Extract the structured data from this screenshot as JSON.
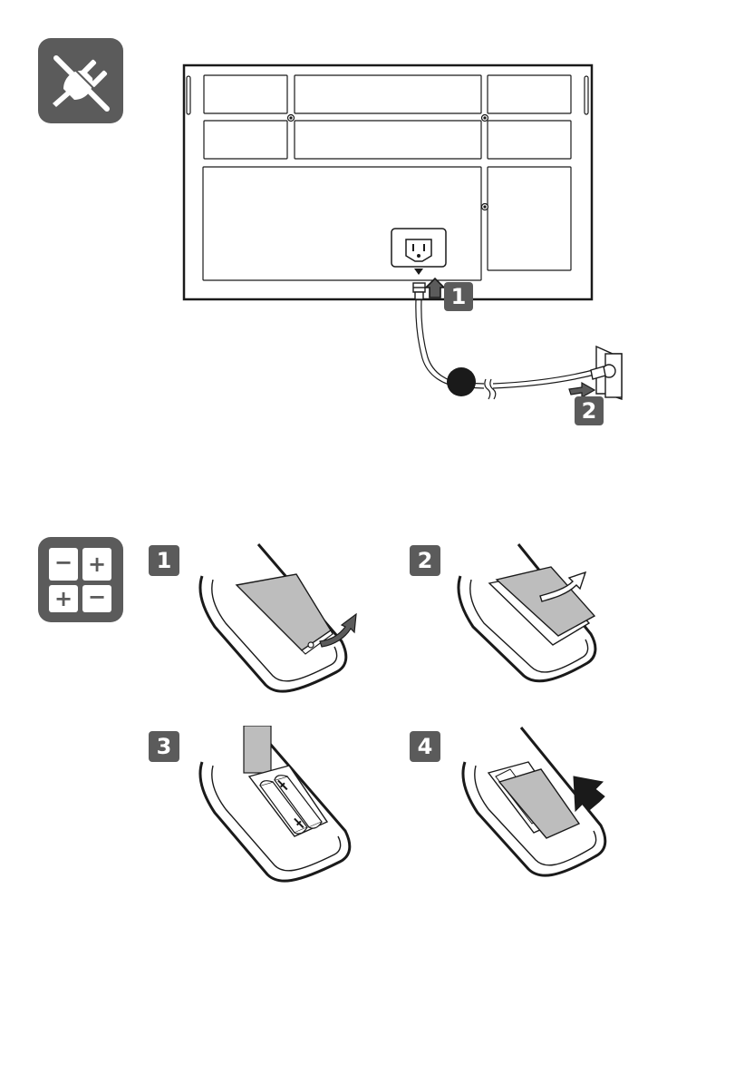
{
  "sections": {
    "power": {
      "icon": "plug-icon",
      "steps": [
        {
          "label": "1"
        },
        {
          "label": "2"
        }
      ]
    },
    "battery": {
      "icon": "battery-icon",
      "icon_signs": {
        "minus": "−",
        "plus": "+"
      },
      "steps": [
        {
          "label": "1"
        },
        {
          "label": "2"
        },
        {
          "label": "3"
        },
        {
          "label": "4"
        }
      ]
    }
  },
  "colors": {
    "badge": "#5b5b5b",
    "line": "#1a1a1a",
    "cover": "#bdbdbd"
  }
}
